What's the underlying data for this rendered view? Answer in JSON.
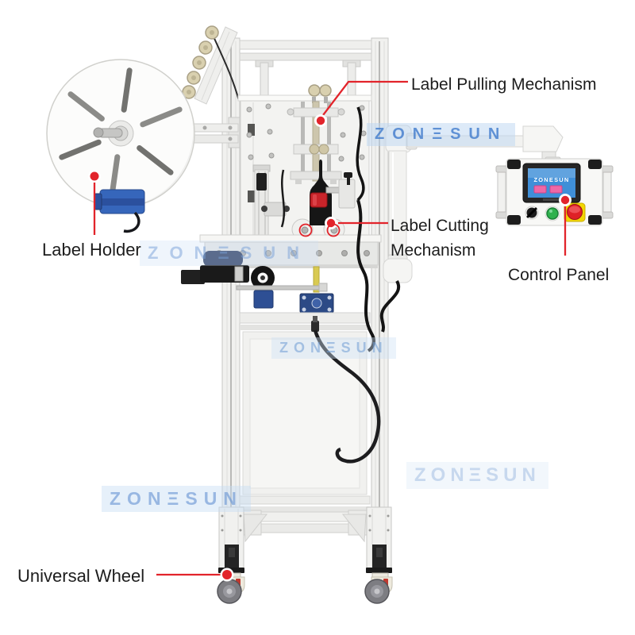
{
  "brand": "ZONESUN",
  "watermark_text": "ZONΞSUN",
  "annotations": {
    "pulling": "Label Pulling Mechanism",
    "cutting": "Label Cutting Mechanism",
    "holder": "Label Holder",
    "control": "Control Panel",
    "wheel": "Universal Wheel"
  },
  "control_panel": {
    "screen_title": "ZONESUN"
  },
  "colors": {
    "annotation_red": "#e2242b",
    "watermark_blue": "#5e8fd4",
    "screen_blue": "#3f8fd8",
    "estop_red": "#df2127",
    "estop_yellow": "#f3d602",
    "start_green": "#2fb14d",
    "motor_blue": "#3666bb",
    "roller_beige": "#d9d0af"
  }
}
